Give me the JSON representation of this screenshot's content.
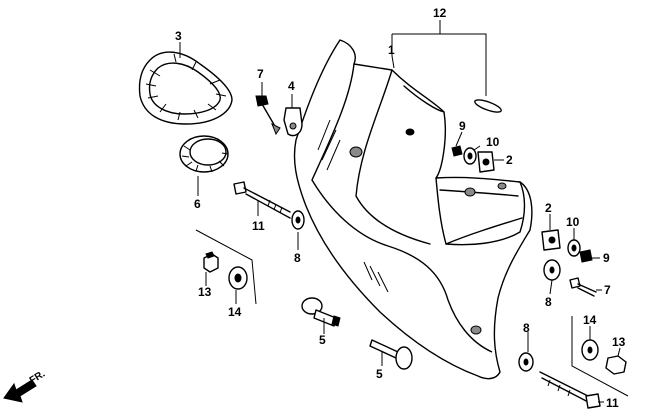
{
  "labels": {
    "p1": "1",
    "p2a": "2",
    "p2b": "2",
    "p3": "3",
    "p4": "4",
    "p5a": "5",
    "p5b": "5",
    "p6": "6",
    "p7a": "7",
    "p7b": "7",
    "p8a": "8",
    "p8b": "8",
    "p8c": "8",
    "p9a": "9",
    "p9b": "9",
    "p10a": "10",
    "p10b": "10",
    "p11a": "11",
    "p11b": "11",
    "p12": "12",
    "p13a": "13",
    "p13b": "13",
    "p14a": "14",
    "p14b": "14"
  },
  "direction": "FR."
}
